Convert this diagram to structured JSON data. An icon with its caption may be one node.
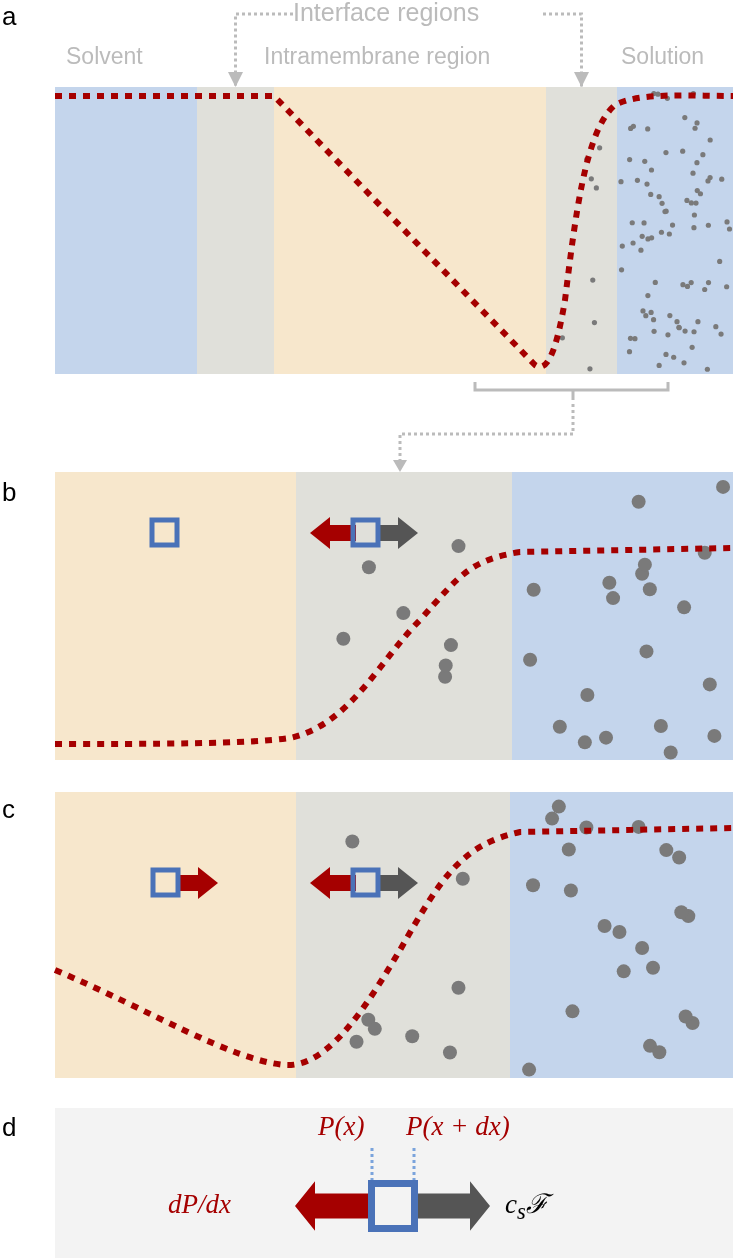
{
  "diagram": {
    "nodes": [
      {
        "text": [
          "Interface regions"
        ]
      },
      {
        "text": [],
        "shape": "box"
      },
      {
        "text": [],
        "shape": "box"
      },
      {
        "text": [
          "P(x)"
        ]
      },
      {
        "text": [
          "P(x + dx)"
        ]
      },
      {
        "text": [],
        "shape": "box"
      }
    ],
    "edges": [
      {
        "from": 0,
        "to": 1,
        "arrow": "to",
        "style": "dashed",
        "color": "#bbbbbb"
      },
      {
        "from": 0,
        "to": 2,
        "arrow": "to",
        "style": "dashed",
        "color": "#bbbbbb"
      },
      {
        "from": 3,
        "to": 5,
        "arrow": "none",
        "style": "dashed",
        "color": "#7aa3dc"
      },
      {
        "from": 4,
        "to": 5,
        "arrow": "none",
        "style": "dashed",
        "color": "#7aa3dc"
      }
    ],
    "labels": [
      "a",
      "Solvent",
      "Intramembrane region",
      "Solution",
      "b",
      "c",
      "d",
      "dP/dx",
      "c$_{s}$ℱ"
    ]
  }
}
